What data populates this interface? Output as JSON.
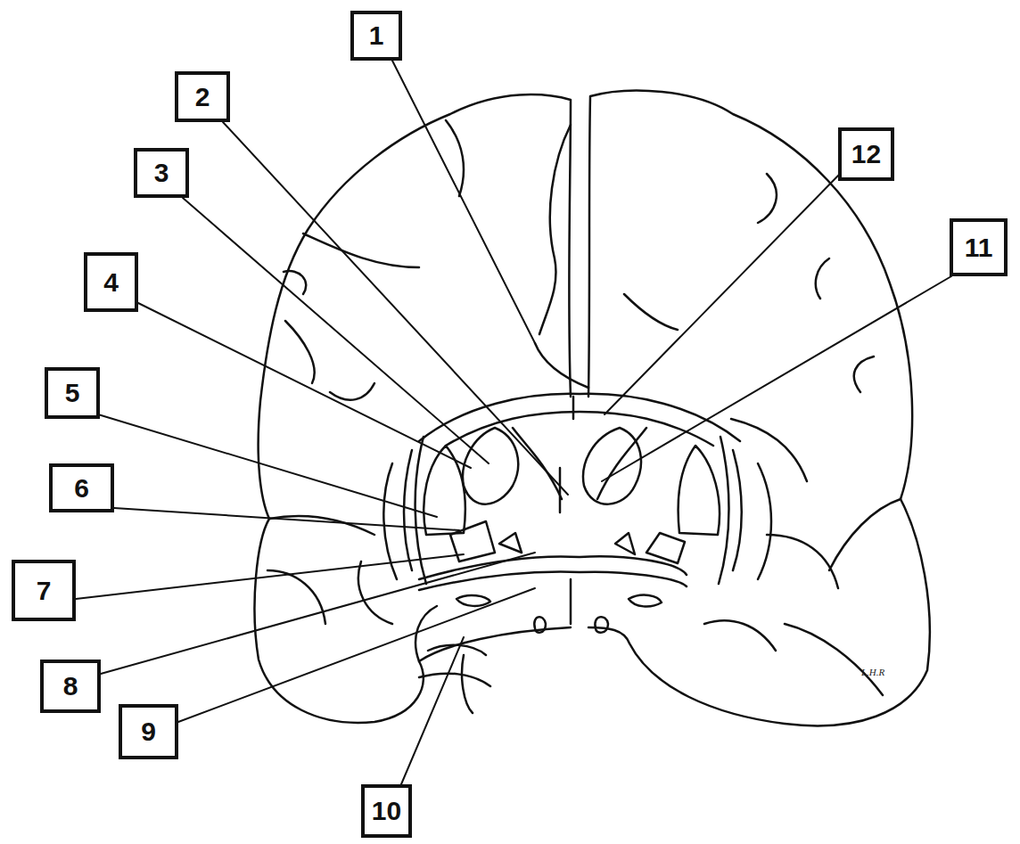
{
  "diagram": {
    "nodes": [
      {
        "text": [
          "1"
        ]
      },
      {
        "text": [
          "2"
        ]
      },
      {
        "text": [
          "3"
        ]
      },
      {
        "text": [
          "4"
        ]
      },
      {
        "text": [
          "5"
        ]
      },
      {
        "text": [
          "6"
        ]
      },
      {
        "text": [
          "7"
        ]
      },
      {
        "text": [
          "8"
        ]
      },
      {
        "text": [
          "9"
        ]
      },
      {
        "text": [
          "10"
        ]
      },
      {
        "text": [
          "11"
        ]
      },
      {
        "text": [
          "12"
        ]
      }
    ],
    "labels": [
      "L.H.R"
    ]
  }
}
